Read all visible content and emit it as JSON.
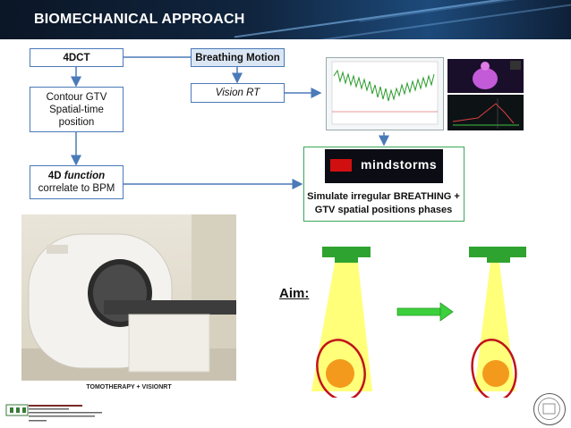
{
  "header": {
    "title": "BIOMECHANICAL APPROACH"
  },
  "flow": {
    "box_4dct": "4DCT",
    "box_breathing": "Breathing Motion",
    "box_contour": "Contour GTV Spatial-time position",
    "box_vision": "Vision RT",
    "box_4d_func_a": "4D ",
    "box_4d_func_b": "function",
    "box_4d_func_c": "correlate to BPM"
  },
  "mindstorms": {
    "word": "mindstorms",
    "sim_text": "Simulate irregular BREATHING + GTV spatial positions phases"
  },
  "photo": {
    "caption": "TOMOTHERAPY + VISIONRT"
  },
  "aim": {
    "label": "Aim:"
  },
  "colors": {
    "blue_border": "#4a7ab8",
    "green_border": "#3aa65a",
    "beam_yellow": "#ffff7a",
    "tumor_orange": "#f39a1c",
    "ellipse_red": "#c0121a"
  }
}
